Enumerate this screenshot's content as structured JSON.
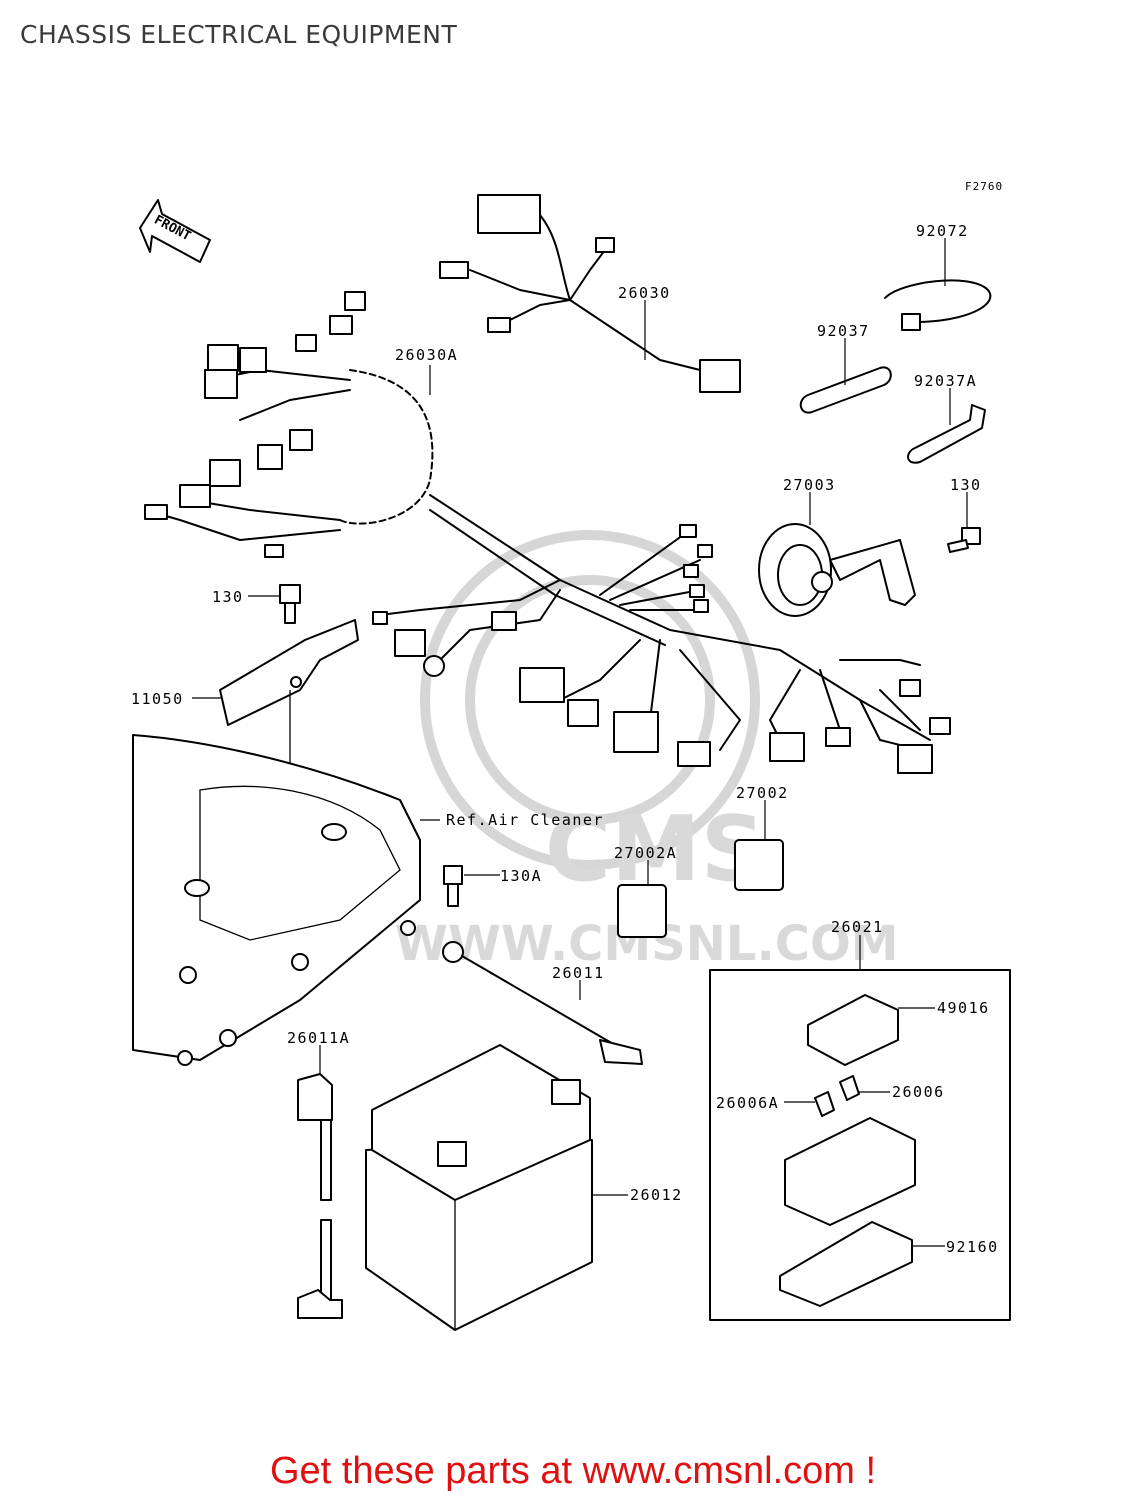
{
  "title": "CHASSIS ELECTRICAL EQUIPMENT",
  "figure_code": "F2760",
  "front_label": "FRONT",
  "reference_note": "Ref.Air Cleaner",
  "watermark": {
    "text": "CMS",
    "url": "WWW.CMSNL.COM"
  },
  "parts": [
    {
      "id": "p92072",
      "label": "92072"
    },
    {
      "id": "p26030",
      "label": "26030"
    },
    {
      "id": "p92037",
      "label": "92037"
    },
    {
      "id": "p26030A",
      "label": "26030A"
    },
    {
      "id": "p92037A",
      "label": "92037A"
    },
    {
      "id": "p27003",
      "label": "27003"
    },
    {
      "id": "p130_top",
      "label": "130"
    },
    {
      "id": "p130_left",
      "label": "130"
    },
    {
      "id": "p11050",
      "label": "11050"
    },
    {
      "id": "p27002",
      "label": "27002"
    },
    {
      "id": "p27002A",
      "label": "27002A"
    },
    {
      "id": "p130A",
      "label": "130A"
    },
    {
      "id": "p26021",
      "label": "26021"
    },
    {
      "id": "p26011",
      "label": "26011"
    },
    {
      "id": "p49016",
      "label": "49016"
    },
    {
      "id": "p26011A",
      "label": "26011A"
    },
    {
      "id": "p26006",
      "label": "26006"
    },
    {
      "id": "p26006A",
      "label": "26006A"
    },
    {
      "id": "p26012",
      "label": "26012"
    },
    {
      "id": "p92160",
      "label": "92160"
    }
  ],
  "promo": "Get these parts at www.cmsnl.com !"
}
